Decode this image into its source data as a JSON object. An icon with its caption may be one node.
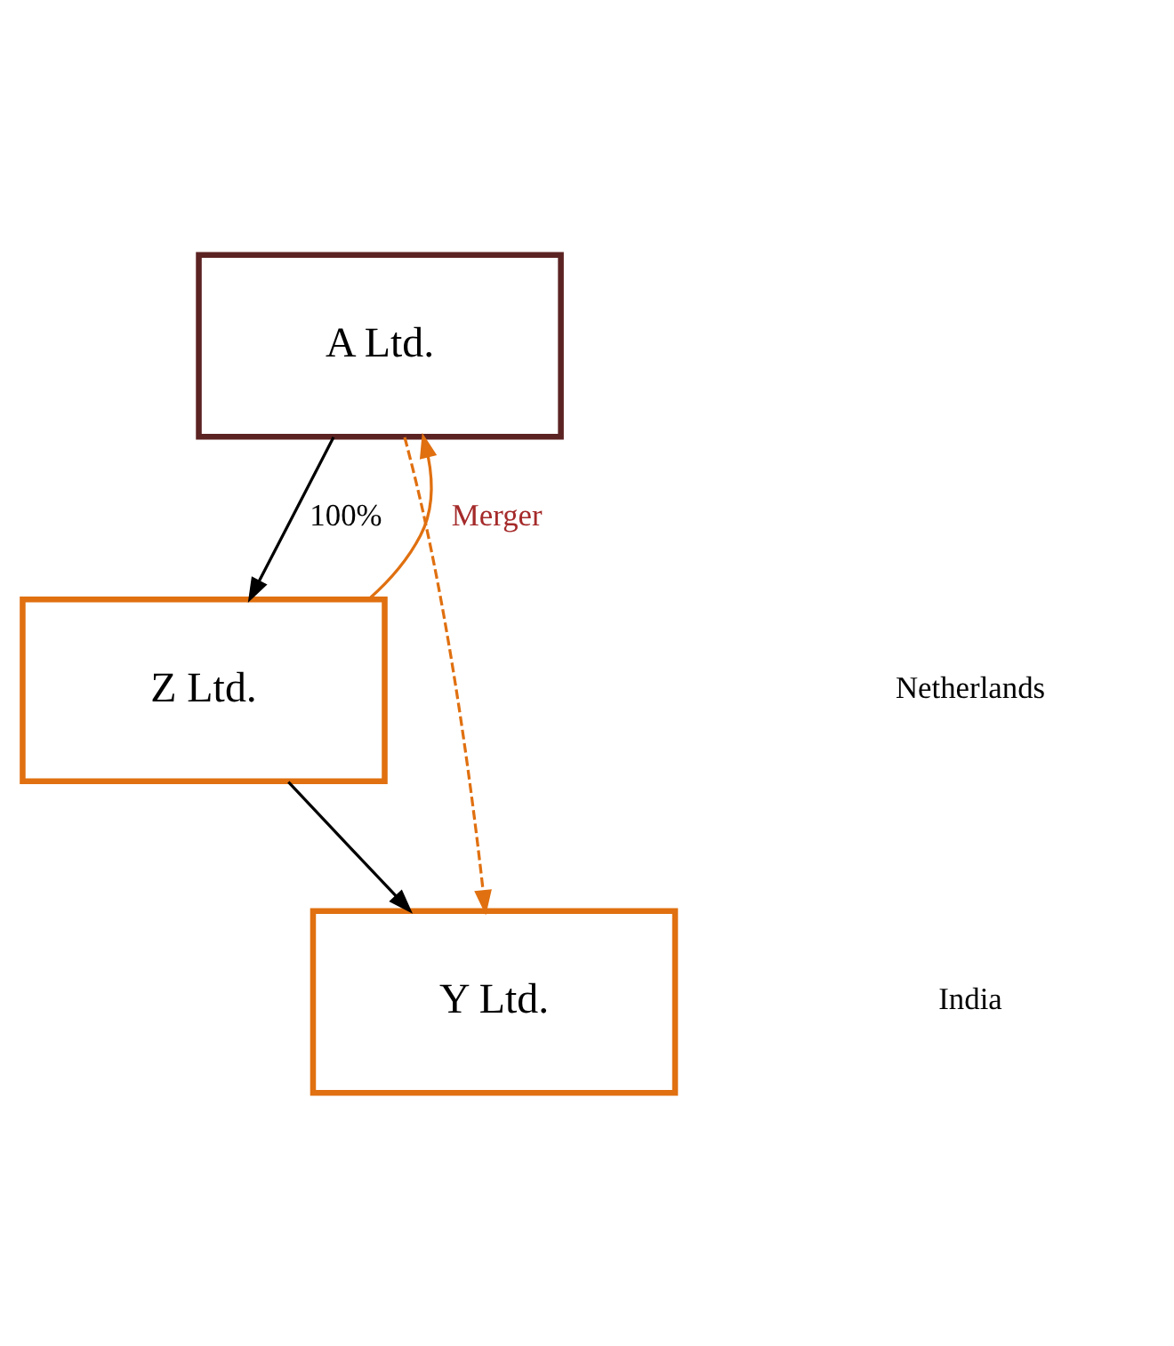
{
  "diagram": {
    "nodes": [
      {
        "text": [
          "A Ltd."
        ]
      },
      {
        "text": [
          "Z Ltd."
        ]
      },
      {
        "text": [
          "Y Ltd."
        ]
      }
    ],
    "edges": [
      {
        "from": 0,
        "to": 1,
        "arrow": "to",
        "label": "100%"
      },
      {
        "from": 1,
        "to": 0,
        "arrow": "to",
        "label": "Merger",
        "color": "#e07010"
      },
      {
        "from": 0,
        "to": 2,
        "arrow": "to",
        "style": "dashed",
        "color": "#e07010"
      },
      {
        "from": 1,
        "to": 2,
        "arrow": "to"
      }
    ],
    "labels": [
      "Netherlands",
      "India"
    ]
  }
}
